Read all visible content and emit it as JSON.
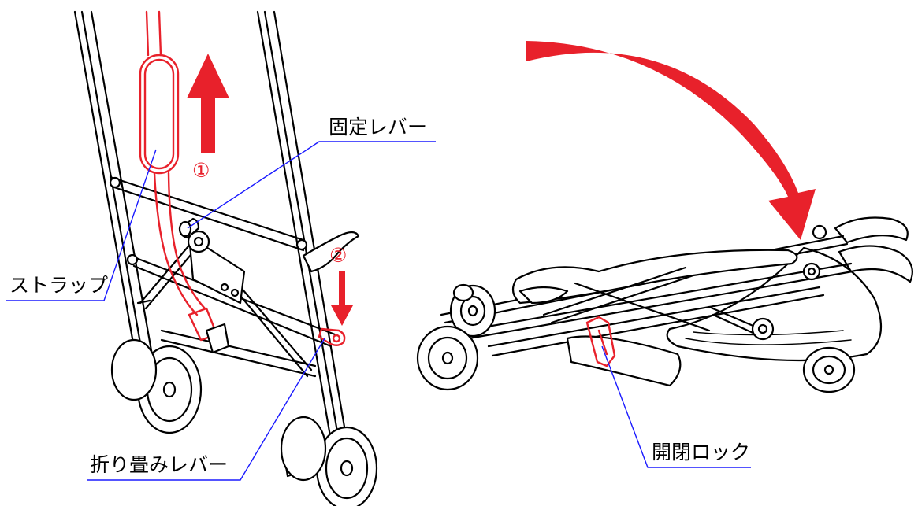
{
  "labels": {
    "fixing_lever": "固定レバー",
    "strap": "ストラップ",
    "folding_lever": "折り畳みレバー",
    "open_close_lock": "開閉ロック"
  },
  "steps": {
    "step1": "①",
    "step2": "②"
  },
  "colors": {
    "accent": "#e8212b",
    "leader": "#1a1aff",
    "line": "#000000"
  }
}
